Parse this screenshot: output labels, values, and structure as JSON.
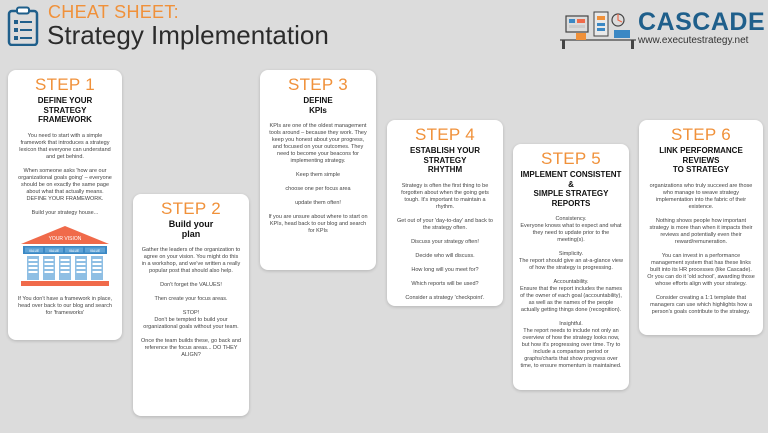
{
  "header": {
    "kicker": "CHEAT SHEET:",
    "title": "Strategy Implementation",
    "brand_name": "CASCADE",
    "brand_url": "www.executestrategy.net"
  },
  "house": {
    "roof_label": "YOUR VISION",
    "value_label": "VALUE"
  },
  "colors": {
    "accent": "#f0913a",
    "brand_blue": "#1f5f8b",
    "roof": "#f06a4a",
    "pillar": "#3b88c4"
  },
  "steps": [
    {
      "step": "STEP 1",
      "title_lines": [
        "DEFINE YOUR STRATEGY",
        "FRAMEWORK"
      ],
      "paragraphs": [
        "You need to start with a simple framework that introduces a strategy lexicon that everyone can understand and get behind.",
        "When someone asks 'how are our organizational goals going' – everyone should be on exactly the same page about what that actually means. DEFINE YOUR FRAMEWORK.",
        "Build your strategy house..."
      ],
      "after_image": "If You don't have a framework in place, head over back to our blog and search for 'frameworks'"
    },
    {
      "step": "STEP 2",
      "title_lines": [
        "Build your",
        "plan"
      ],
      "paragraphs": [
        "Gather the leaders of the organization to agree on your vision. You might do this in a workshop, and we've written a really popular post that should also help.",
        "Don't forget the VALUES!",
        "Then create your focus areas.",
        "STOP!\nDon't be tempted to build your organizational goals without your team.",
        "Once the team builds these, go back and reference the focus areas... DO THEY ALIGN?"
      ]
    },
    {
      "step": "STEP 3",
      "title_lines": [
        "DEFINE",
        "KPIs"
      ],
      "paragraphs": [
        "KPIs are one of the oldest management tools around – because they work. They keep you honest about your progress, and focused on your outcomes. They need to become your beacons for implementing strategy.",
        "Keep them simple",
        "choose one per focus area",
        "update them often!",
        "If you are unsure about where to start on KPIs, head back to our blog and search for KPIs"
      ]
    },
    {
      "step": "STEP 4",
      "title_lines": [
        "ESTABLISH YOUR STRATEGY",
        "RHYTHM"
      ],
      "paragraphs": [
        "Strategy is often the first thing to be forgotten about when the going gets tough. It's important to maintain a rhythm.",
        "Get out of your 'day-to-day' and back to the strategy often.",
        "Discuss your strategy often!",
        "Decide who will discuss.",
        "How long will you meet for?",
        "Which reports will be used?",
        "Consider a strategy 'checkpoint'."
      ]
    },
    {
      "step": "STEP 5",
      "title_lines": [
        "IMPLEMENT CONSISTENT &",
        "SIMPLE STRATEGY REPORTS"
      ],
      "paragraphs": [
        "Consistency.\nEveryone knows what to expect and what they need to update prior to the meeting(s).",
        "Simplicity.\nThe report should give an at-a-glance view of how the strategy is progressing.",
        "Accountability.\nEnsure that the report includes the names of the owner of each goal (accountability), as well as the names of the people actually getting things done (recognition).",
        "Insightful.\nThe report needs to include not only an overview of how the strategy looks now, but how it's progressing over time. Try to include a comparison period or graphs/charts that show progress over time, to ensure momentum is maintained."
      ]
    },
    {
      "step": "STEP 6",
      "title_lines": [
        "LINK PERFORMANCE REVIEWS",
        "TO STRATEGY"
      ],
      "paragraphs": [
        "organizations who truly succeed are those who manage to weave strategy implementation into the fabric of their existence.",
        "Nothing shows people how important strategy is more than when it impacts their reviews and potentially even their reward/remuneration.",
        "You can invest in a performance management system that has these links built into its HR processes (like Cascade). Or you can do it 'old school', awarding those whose efforts align with your strategy.",
        "Consider creating a 1:1 template that managers can use which highlights how a person's goals contribute to the strategy."
      ]
    }
  ]
}
